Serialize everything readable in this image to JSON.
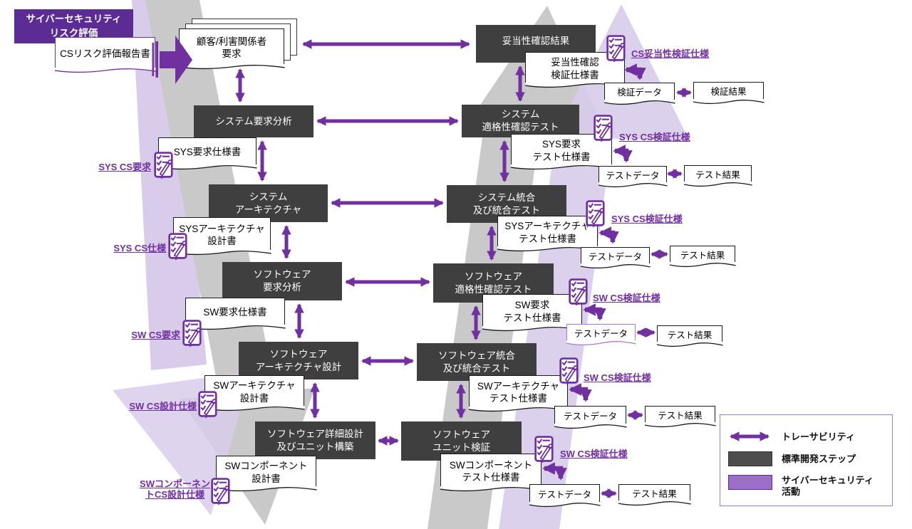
{
  "risk": {
    "title_l1": "サイバーセキュリティ",
    "title_l2": "リスク評価",
    "report": "CSリスク評価報告書"
  },
  "stakeholder": {
    "l1": "顧客/利害関係者",
    "l2": "要求"
  },
  "steps": {
    "sys_req": {
      "label": "システム要求分析"
    },
    "sys_arch": {
      "l1": "システム",
      "l2": "アーキテクチャ"
    },
    "sw_req": {
      "l1": "ソフトウェア",
      "l2": "要求分析"
    },
    "sw_arch": {
      "l1": "ソフトウェア",
      "l2": "アーキテクチャ設計"
    },
    "sw_detail": {
      "l1": "ソフトウェア詳細設計",
      "l2": "及びユニット構築"
    },
    "sw_unit": {
      "l1": "ソフトウェア",
      "l2": "ユニット検証"
    },
    "sw_integ": {
      "l1": "ソフトウェア統合",
      "l2": "及び統合テスト"
    },
    "sw_qual": {
      "l1": "ソフトウェア",
      "l2": "適格性確認テスト"
    },
    "sys_integ": {
      "l1": "システム統合",
      "l2": "及び統合テスト"
    },
    "sys_qual": {
      "l1": "システム",
      "l2": "適格性確認テスト"
    },
    "validation": {
      "label": "妥当性確認結果"
    }
  },
  "docs": {
    "sys_req_spec": "SYS要求仕様書",
    "sys_arch_design": {
      "l1": "SYSアーキテクチャ",
      "l2": "設計書"
    },
    "sw_req_spec": "SW要求仕様書",
    "sw_arch_design": {
      "l1": "SWアーキテクチャ",
      "l2": "設計書"
    },
    "sw_comp_design": {
      "l1": "SWコンポーネント",
      "l2": "設計書"
    },
    "validation_spec": {
      "l1": "妥当性確認",
      "l2": "検証仕様書"
    },
    "sys_req_test": {
      "l1": "SYS要求",
      "l2": "テスト仕様書"
    },
    "sys_arch_test": {
      "l1": "SYSアーキテクチャ",
      "l2": "テスト仕様書"
    },
    "sw_req_test": {
      "l1": "SW要求",
      "l2": "テスト仕様書"
    },
    "sw_arch_test": {
      "l1": "SWアーキテクチャ",
      "l2": "テスト仕様書"
    },
    "sw_comp_test": {
      "l1": "SWコンポーネント",
      "l2": "テスト仕様書"
    },
    "verif_data": "検証データ",
    "verif_result": "検証結果",
    "test_data": "テストデータ",
    "test_result": "テスト結果"
  },
  "cs_labels": {
    "sys_cs_req": "SYS CS要求",
    "sys_cs_spec": "SYS CS仕様",
    "sw_cs_req": "SW CS要求",
    "sw_cs_design": "SW CS設計仕様",
    "sw_comp_cs_design_l1": "SWコンポーネン",
    "sw_comp_cs_design_l2": "トCS設計仕様",
    "cs_valid_verif": "CS妥当性検証仕様",
    "sys_cs_verif": "SYS CS検証仕様",
    "sw_cs_verif": "SW CS検証仕様"
  },
  "legend": {
    "traceability": "トレーサビリティ",
    "standard_step": "標準開発ステップ",
    "cs_activity_l1": "サイバーセキュリティ",
    "cs_activity_l2": "活動"
  },
  "colors": {
    "accent_purple": "#7030A0",
    "deep_purple": "#5B2C94",
    "step_dark": "#3F3F3F",
    "band_light_purple": "#D8CCEA",
    "band_gray": "#C9C9C9",
    "legend_purple_swatch": "#9B6FC7"
  }
}
